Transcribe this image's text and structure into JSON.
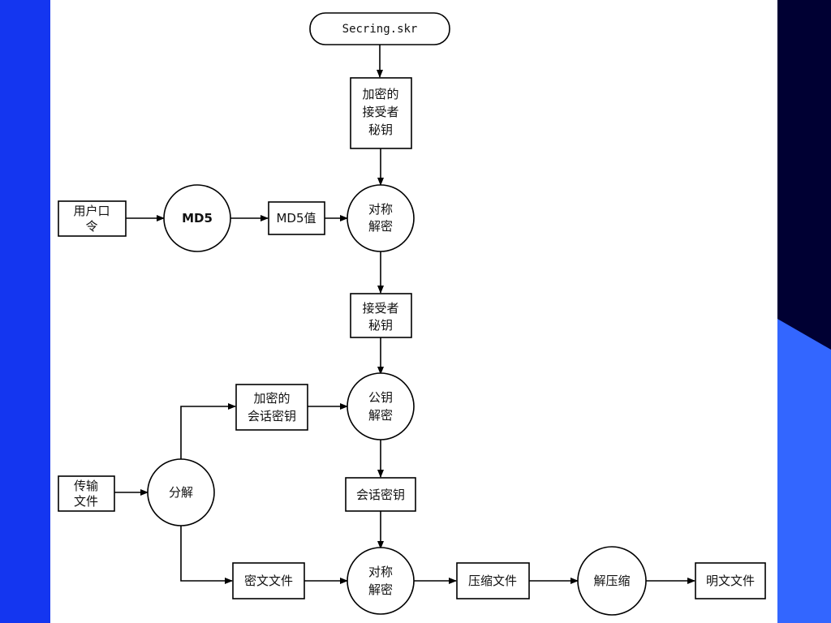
{
  "colors": {
    "left_band": "#1436f0",
    "right_band": "#000033",
    "right_accent": "#3366ff",
    "canvas": "#ffffff",
    "stroke": "#000000"
  },
  "nodes": {
    "secring": "Secring.skr",
    "enc_receiver_key": [
      "加密的",
      "接受者",
      "秘钥"
    ],
    "user_password": [
      "用户口",
      "令"
    ],
    "md5": "MD5",
    "md5_value": "MD5值",
    "sym_decrypt_1": [
      "对称",
      "解密"
    ],
    "receiver_key": [
      "接受者",
      "秘钥"
    ],
    "enc_session_key": [
      "加密的",
      "会话密钥"
    ],
    "pubkey_decrypt": [
      "公钥",
      "解密"
    ],
    "transfer_file": [
      "传输",
      "文件"
    ],
    "split": "分解",
    "session_key": "会话密钥",
    "cipher_file": "密文文件",
    "sym_decrypt_2": [
      "对称",
      "解密"
    ],
    "compressed_file": "压缩文件",
    "decompress": "解压缩",
    "plain_file": "明文文件"
  }
}
